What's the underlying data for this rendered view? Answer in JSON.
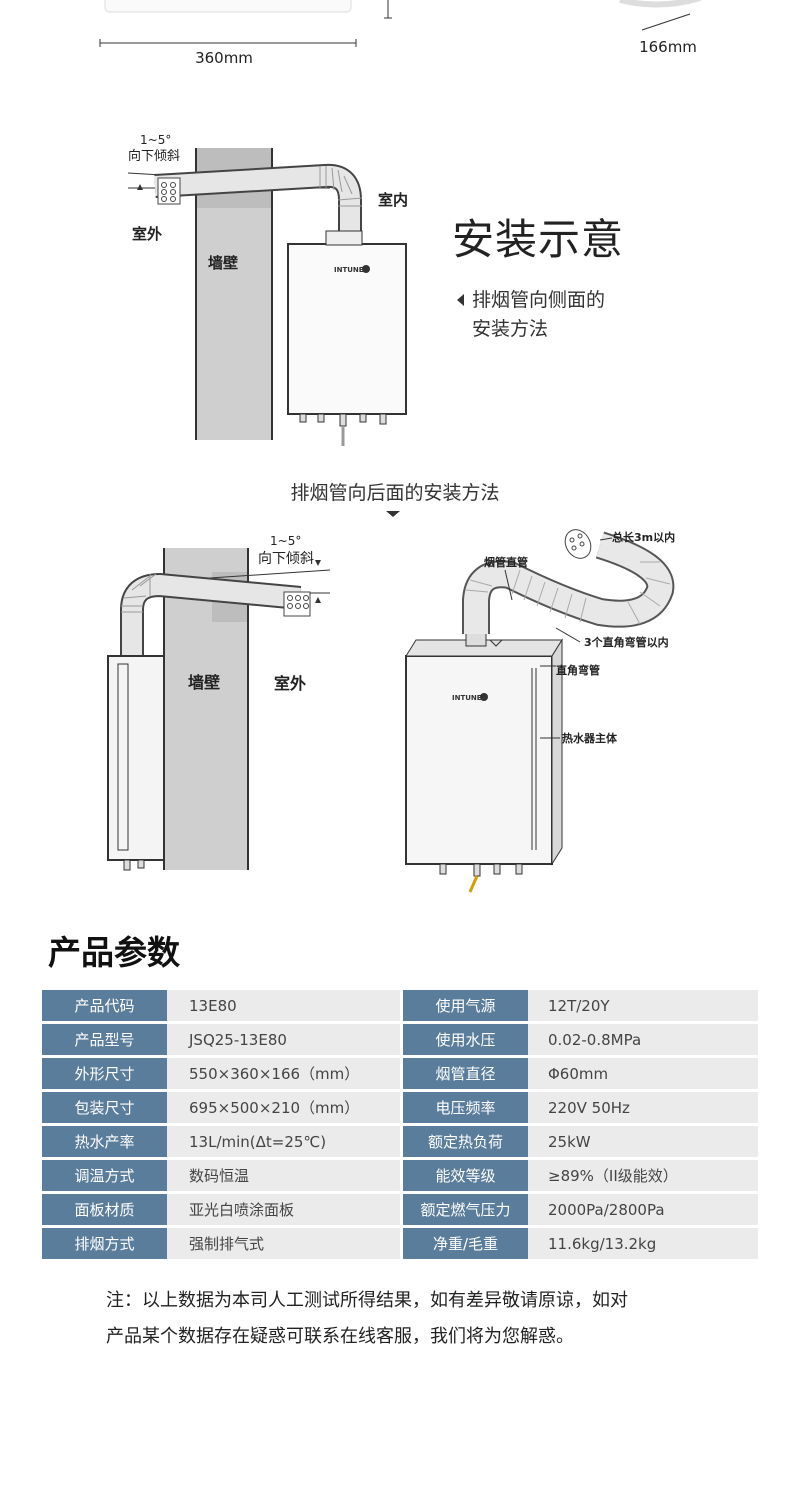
{
  "dimensions": {
    "width_label": "360mm",
    "depth_label": "166mm"
  },
  "install_side": {
    "tilt_angle": "1~5°",
    "tilt_text": "向下倾斜",
    "outdoor": "室外",
    "indoor": "室内",
    "wall": "墙壁",
    "brand": "INTUNE",
    "title": "安装示意",
    "subtitle_line1": "排烟管向侧面的",
    "subtitle_line2": "安装方法"
  },
  "install_rear": {
    "title": "排烟管向后面的安装方法",
    "tilt_angle": "1~5°",
    "tilt_text": "向下倾斜",
    "wall": "墙壁",
    "outdoor": "室外",
    "total_length": "总长3m以内",
    "flue_straight": "烟管直管",
    "elbow_limit": "3个直角弯管以内",
    "elbow": "直角弯管",
    "heater_body": "热水器主体",
    "brand": "INTUNE"
  },
  "params": {
    "title": "产品参数",
    "rows": [
      {
        "k1": "产品代码",
        "v1": "13E80",
        "k2": "使用气源",
        "v2": "12T/20Y"
      },
      {
        "k1": "产品型号",
        "v1": "JSQ25-13E80",
        "k2": "使用水压",
        "v2": "0.02-0.8MPa"
      },
      {
        "k1": "外形尺寸",
        "v1": "550×360×166（mm）",
        "k2": "烟管直径",
        "v2": "Φ60mm"
      },
      {
        "k1": "包装尺寸",
        "v1": "695×500×210（mm）",
        "k2": "电压频率",
        "v2": "220V  50Hz"
      },
      {
        "k1": "热水产率",
        "v1": "13L/min(Δt=25℃)",
        "k2": "额定热负荷",
        "v2": "25kW"
      },
      {
        "k1": "调温方式",
        "v1": "数码恒温",
        "k2": "能效等级",
        "v2": "≥89%（II级能效）"
      },
      {
        "k1": "面板材质",
        "v1": "亚光白喷涂面板",
        "k2": "额定燃气压力",
        "v2": "2000Pa/2800Pa"
      },
      {
        "k1": "排烟方式",
        "v1": "强制排气式",
        "k2": "净重/毛重",
        "v2": "11.6kg/13.2kg"
      }
    ]
  },
  "note": {
    "line1": "注：以上数据为本司人工测试所得结果，如有差异敬请原谅，如对",
    "line2": "产品某个数据存在疑惑可联系在线客服，我们将为您解惑。"
  }
}
